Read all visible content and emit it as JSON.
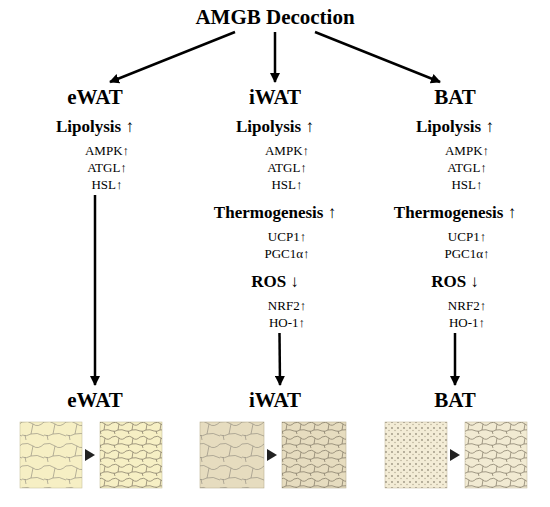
{
  "diagram": {
    "nodes": [
      {
        "text": [
          "AMGB Decoction"
        ]
      },
      {
        "text": [
          "eWAT",
          "Lipolysis ↑",
          "AMPK↑",
          "ATGL↑",
          "HSL↑"
        ]
      },
      {
        "text": [
          "iWAT",
          "Lipolysis ↑",
          "AMPK↑",
          "ATGL↑",
          "HSL↑",
          "Thermogenesis ↑",
          "UCP1↑",
          "PGC1α↑",
          "ROS ↓",
          "NRF2↑",
          "HO-1↑"
        ]
      },
      {
        "text": [
          "BAT",
          "Lipolysis ↑",
          "AMPK↑",
          "ATGL↑",
          "HSL↑",
          "Thermogenesis ↑",
          "UCP1↑",
          "PGC1α↑",
          "ROS ↓",
          "NRF2↑",
          "HO-1↑"
        ]
      },
      {
        "text": [
          "eWAT"
        ]
      },
      {
        "text": [
          "iWAT"
        ]
      },
      {
        "text": [
          "BAT"
        ]
      }
    ],
    "edges": [
      {
        "from": 0,
        "to": 1,
        "arrow": "to"
      },
      {
        "from": 0,
        "to": 2,
        "arrow": "to"
      },
      {
        "from": 0,
        "to": 3,
        "arrow": "to"
      },
      {
        "from": 1,
        "to": 4,
        "arrow": "to"
      },
      {
        "from": 2,
        "to": 5,
        "arrow": "to"
      },
      {
        "from": 3,
        "to": 6,
        "arrow": "to"
      }
    ]
  }
}
